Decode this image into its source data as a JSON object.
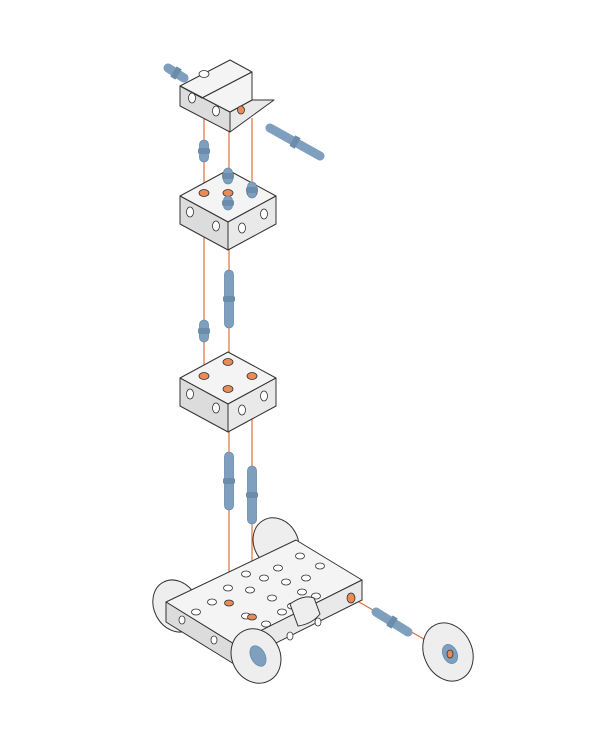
{
  "diagram": {
    "kind": "exploded-isometric-assembly",
    "colors": {
      "background": "#ffffff",
      "block_face_top": "#f4f4f4",
      "block_face_side": "#e9e9e9",
      "block_face_front": "#dcdcdc",
      "outline": "#333333",
      "peg": "#7e9fbd",
      "peg_shade": "#6b8cab",
      "guide_line": "#e0703a",
      "hole_highlight": "#ea8a55",
      "hole_plain": "#ffffff",
      "wheel_rim": "#eeeeee",
      "wheel_hub": "#7e9fbd"
    },
    "parts": [
      {
        "id": "top-angle-bracket",
        "icon": "angle-bracket-icon"
      },
      {
        "id": "upper-cube-block",
        "icon": "cube-block-icon"
      },
      {
        "id": "middle-cube-block",
        "icon": "cube-block-icon"
      },
      {
        "id": "base-chassis-plate",
        "icon": "chassis-plate-icon"
      },
      {
        "id": "front-left-wheel",
        "icon": "wheel-icon"
      },
      {
        "id": "front-right-wheel",
        "icon": "wheel-icon"
      },
      {
        "id": "rear-left-wheel",
        "icon": "wheel-icon"
      },
      {
        "id": "rear-right-wheel",
        "icon": "wheel-icon"
      },
      {
        "id": "detached-wheel",
        "icon": "wheel-icon"
      },
      {
        "id": "connector-peg",
        "icon": "peg-icon"
      }
    ]
  }
}
